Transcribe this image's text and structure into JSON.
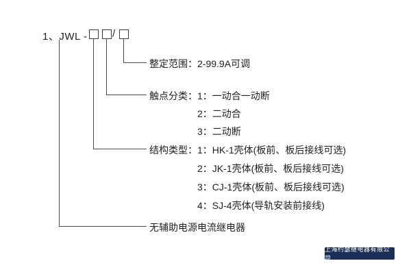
{
  "model_code": {
    "prefix": "1、JWL -",
    "slash": "/"
  },
  "callouts": {
    "setting_range": {
      "label": "整定范围：2-99.9A可调"
    },
    "contact_type": {
      "label": "触点分类：1：一动合一动断",
      "options": [
        "2：二动合",
        "3：二动断"
      ]
    },
    "structure_type": {
      "label": "结构类型：1：HK-1壳体(板前、板后接线可选)",
      "options": [
        "2：JK-1壳体(板前、板后接线可选)",
        "3：CJ-1壳体(板前、板后接线可选)",
        "4：SJ-4壳体(导轨安装前接线)"
      ]
    },
    "product_name": {
      "label": "无辅助电源电流继电器"
    }
  },
  "watermark": {
    "text": "上海约瑟继电器有限公司"
  },
  "colors": {
    "line": "#4a4a4a",
    "text": "#1f1f1f",
    "watermark_bg": "#1c2f55"
  }
}
